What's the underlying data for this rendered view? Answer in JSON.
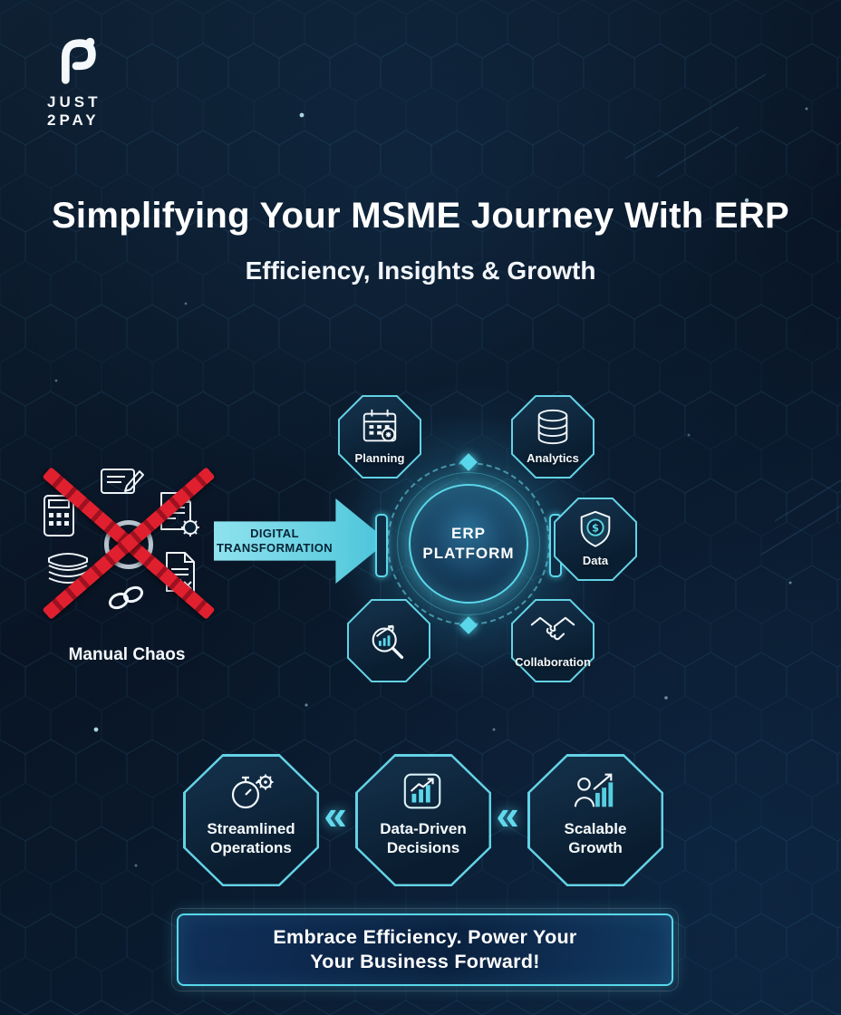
{
  "brand": {
    "name_line1": "JUST",
    "name_line2": "2PAY"
  },
  "header": {
    "title": "Simplifying Your MSME Journey With ERP",
    "subtitle": "Efficiency, Insights & Growth"
  },
  "flow": {
    "manual_label": "Manual Chaos",
    "arrow_line1": "DIGITAL",
    "arrow_line2": "TRANSFORMATION",
    "hub_line1": "ERP",
    "hub_line2": "PLATFORM",
    "nodes": {
      "planning": "Planning",
      "analytics": "Analytics",
      "data": "Data",
      "collaboration": "Collaboration"
    }
  },
  "benefits": {
    "separator": "«",
    "items": [
      {
        "line1": "Streamlined",
        "line2": "Operations"
      },
      {
        "line1": "Data-Driven",
        "line2": "Decisions"
      },
      {
        "line1": "Scalable",
        "line2": "Growth"
      }
    ]
  },
  "cta": {
    "line1": "Embrace Efficiency. Power Your",
    "line2": "Your Business Forward!"
  },
  "icons": {
    "logo": "just2pay-logo-icon",
    "manual": [
      "message-pencil-icon",
      "calculator-icon",
      "document-gear-icon",
      "paper-stack-icon",
      "chain-link-icon",
      "document-error-icon"
    ],
    "hub_nodes": [
      "calendar-icon",
      "database-icon",
      "shield-dollar-icon",
      "handshake-icon",
      "chart-magnifier-icon"
    ],
    "benefits": [
      "stopwatch-gear-icon",
      "bar-chart-arrow-icon",
      "person-growth-icon"
    ]
  },
  "colors": {
    "background": "#0a1828",
    "accent": "#5ad7ea",
    "cross_red": "#e0202f",
    "text": "#ffffff"
  }
}
